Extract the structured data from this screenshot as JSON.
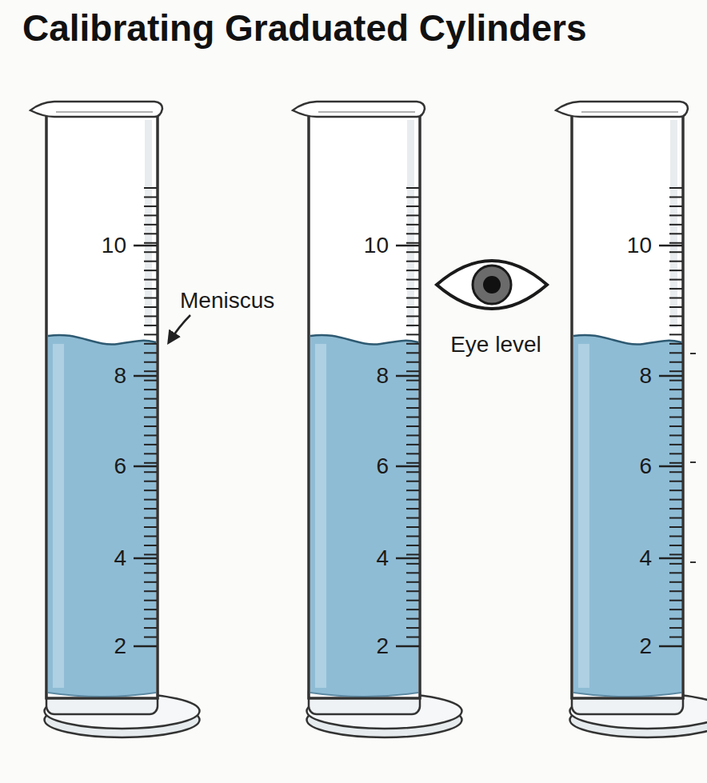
{
  "diagram": {
    "title": "Calibrating Graduated Cylinders",
    "labels": [
      "10",
      "8",
      "6",
      "4",
      "2",
      "Meniscus",
      "10",
      "8",
      "6",
      "4",
      "2",
      "Eye level",
      "10",
      "8",
      "6",
      "4",
      "2"
    ]
  }
}
